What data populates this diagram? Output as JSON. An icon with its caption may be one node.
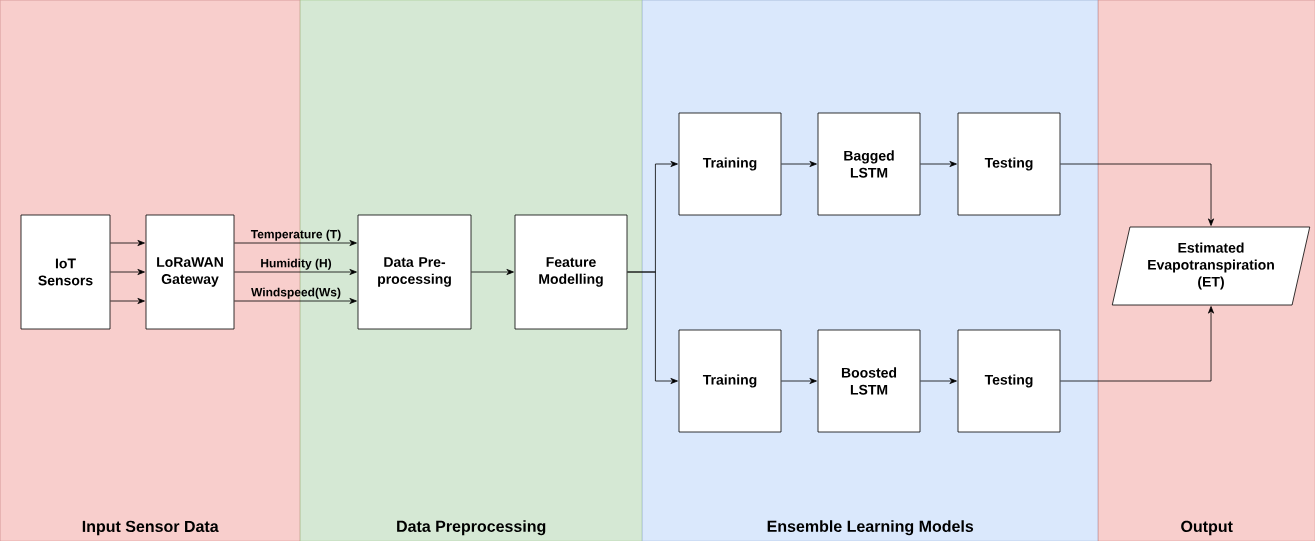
{
  "diagram": {
    "nodes": [
      {
        "text": [
          "Input Sensor Data"
        ]
      },
      {
        "text": [
          "IoT Sensors"
        ],
        "in": 0
      },
      {
        "text": [
          "LoRaWAN Gateway"
        ],
        "in": 0
      },
      {
        "text": [
          "Data Preprocessing"
        ]
      },
      {
        "text": [
          "Data Pre-processing"
        ],
        "in": 3
      },
      {
        "text": [
          "Feature Modelling"
        ],
        "in": 3
      },
      {
        "text": [
          "Ensemble Learning Models"
        ]
      },
      {
        "text": [
          "Training"
        ],
        "in": 6
      },
      {
        "text": [
          "Bagged LSTM"
        ],
        "in": 6
      },
      {
        "text": [
          "Testing"
        ],
        "in": 6
      },
      {
        "text": [
          "Training"
        ],
        "in": 6
      },
      {
        "text": [
          "Boosted LSTM"
        ],
        "in": 6
      },
      {
        "text": [
          "Testing"
        ],
        "in": 6
      },
      {
        "text": [
          "Output"
        ]
      },
      {
        "text": [
          "Estimated Evapotranspiration (ET)"
        ],
        "in": 13
      }
    ],
    "edges": [
      {
        "from": 1,
        "to": 2,
        "arrow": "to"
      },
      {
        "from": 1,
        "to": 2,
        "arrow": "to"
      },
      {
        "from": 1,
        "to": 2,
        "arrow": "to"
      },
      {
        "from": 2,
        "to": 4,
        "arrow": "to",
        "label": "Temperature (T)"
      },
      {
        "from": 2,
        "to": 4,
        "arrow": "to",
        "label": "Humidity (H)"
      },
      {
        "from": 2,
        "to": 4,
        "arrow": "to",
        "label": "Windspeed(Ws)"
      },
      {
        "from": 4,
        "to": 5,
        "arrow": "to"
      },
      {
        "from": 5,
        "to": 7,
        "arrow": "to"
      },
      {
        "from": 5,
        "to": 10,
        "arrow": "to"
      },
      {
        "from": 7,
        "to": 8,
        "arrow": "to"
      },
      {
        "from": 8,
        "to": 9,
        "arrow": "to"
      },
      {
        "from": 9,
        "to": 14,
        "arrow": "to"
      },
      {
        "from": 10,
        "to": 11,
        "arrow": "to"
      },
      {
        "from": 11,
        "to": 12,
        "arrow": "to"
      },
      {
        "from": 12,
        "to": 14,
        "arrow": "to"
      }
    ]
  }
}
